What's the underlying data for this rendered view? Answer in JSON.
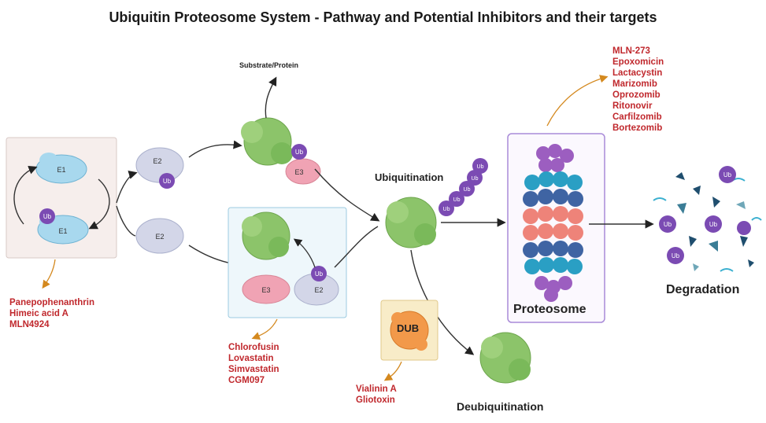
{
  "title": "Ubiquitin Proteosome System - Pathway and Potential Inhibitors and their targets",
  "labels": {
    "substrate": "Substrate/Protein",
    "ubiquitination": "Ubiquitination",
    "deubiquitination": "Deubiquitination",
    "degradation": "Degradation",
    "proteosome": "Proteosome",
    "dub": "DUB",
    "e1": "E1",
    "e2": "E2",
    "e3": "E3",
    "ub": "Ub"
  },
  "inhibitors": {
    "e1": [
      "Panepophenanthrin",
      "Himeic acid A",
      "MLN4924"
    ],
    "e2e3": [
      "Chlorofusin",
      "Lovastatin",
      "Simvastatin",
      "CGM097"
    ],
    "dub": [
      "Vialinin A",
      "Gliotoxin"
    ],
    "proteosome": [
      "MLN-273",
      "Epoxomicin",
      "Lactacystin",
      "Marizomib",
      "Oprozomib",
      "Ritonovir",
      "Carfilzomib",
      "Bortezomib"
    ]
  },
  "colors": {
    "inhibitor_text": "#c0282d",
    "arrow_inhibitor": "#d4891f",
    "protein_green": "#8cc46a",
    "ub_purple": "#7b4bb3",
    "e1_blue": "#a8d8ee",
    "e2_grey": "#d3d6e8",
    "e3_pink": "#f0a3b4",
    "proteosome_frame": "#a98bd8"
  }
}
